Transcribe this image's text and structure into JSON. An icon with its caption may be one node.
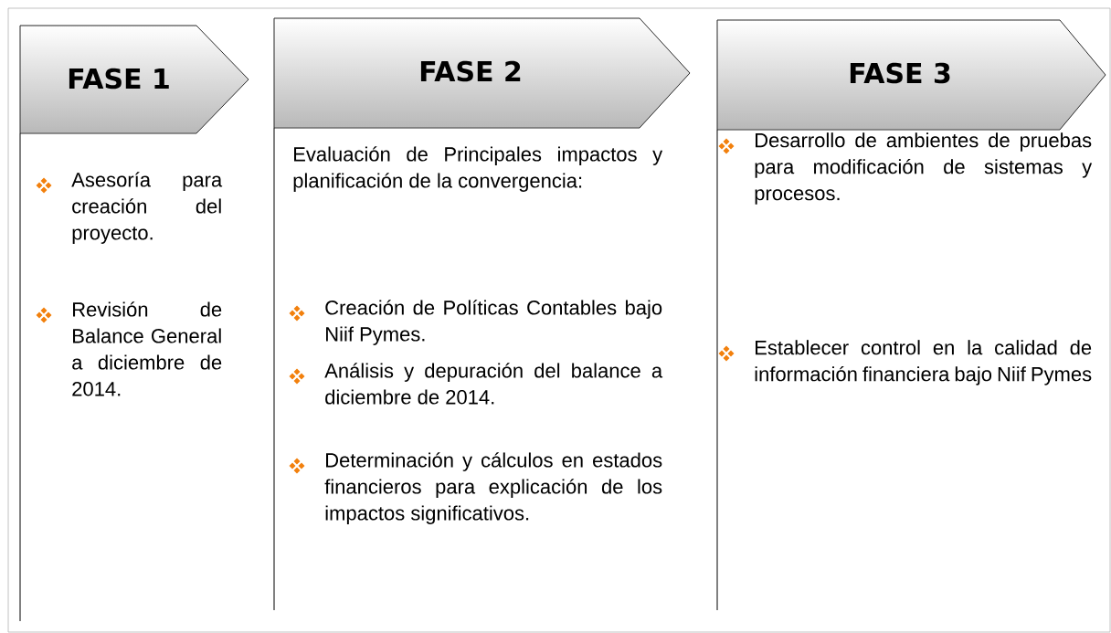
{
  "diagram": {
    "nodes": [
      {
        "text": [
          "FASE 1",
          "Asesoría para creación del proyecto.",
          "Revisión de Balance General a diciembre de 2014."
        ]
      },
      {
        "text": [
          "FASE 2",
          "Evaluación de Principales impactos y planificación de la convergencia:",
          "Creación de Políticas Contables bajo Niif Pymes.",
          "Análisis y depuración del balance a diciembre de 2014.",
          "Determinación y cálculos en estados financieros para explicación de los impactos significativos."
        ]
      },
      {
        "text": [
          "FASE 3",
          "Desarrollo de ambientes de pruebas para modificación de sistemas y procesos.",
          "Establecer control en la calidad de información financiera bajo Niif Pymes"
        ]
      }
    ]
  }
}
